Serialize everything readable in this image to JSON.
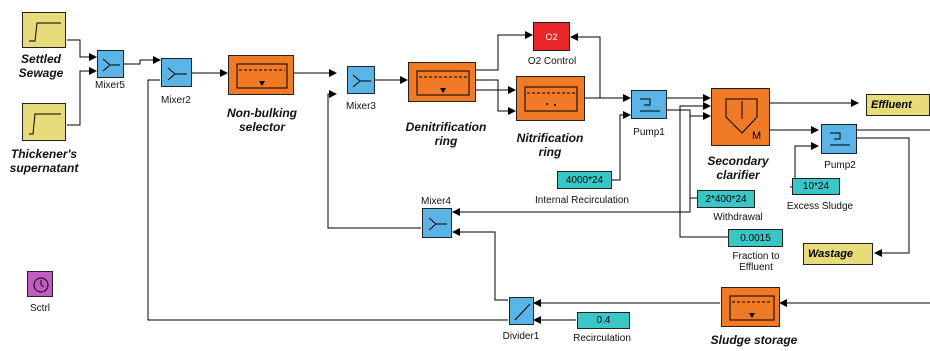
{
  "blocks": {
    "settled_sewage": "Settled\nSewage",
    "thickener": "Thickener's\nsupernatant",
    "mixer5": "Mixer5",
    "mixer2": "Mixer2",
    "mixer3": "Mixer3",
    "mixer4": "Mixer4",
    "nonbulking": "Non-bulking\nselector",
    "denitrification": "Denitrification\nring",
    "nitrification": "Nitrification\nring",
    "o2_block": "O2",
    "o2_label": "O2 Control",
    "pump1": "Pump1",
    "pump2": "Pump2",
    "secondary_clarifier": "Secondary\nclarifier",
    "effluent": "Effluent",
    "wastage": "Wastage",
    "internal_recirc_value": "4000*24",
    "internal_recirc_label": "Internal Recirculation",
    "withdrawal_value": "2*400*24",
    "withdrawal_label": "Withdrawal",
    "excess_value": "10*24",
    "excess_label": "Excess Sludge",
    "fraction_value": "0.0015",
    "fraction_label": "Fraction to\nEffluent",
    "recirc_value": "0.4",
    "recirc_label": "Recirculation",
    "sludge_storage": "Sludge storage",
    "divider1": "Divider1",
    "sctrl": "Sctrl"
  },
  "colors": {
    "source": "#e8dc7a",
    "mixer": "#5ab4e6",
    "process": "#f07a26",
    "constant": "#39c6c6",
    "o2": "#e8262a",
    "clock": "#c25bc2"
  }
}
